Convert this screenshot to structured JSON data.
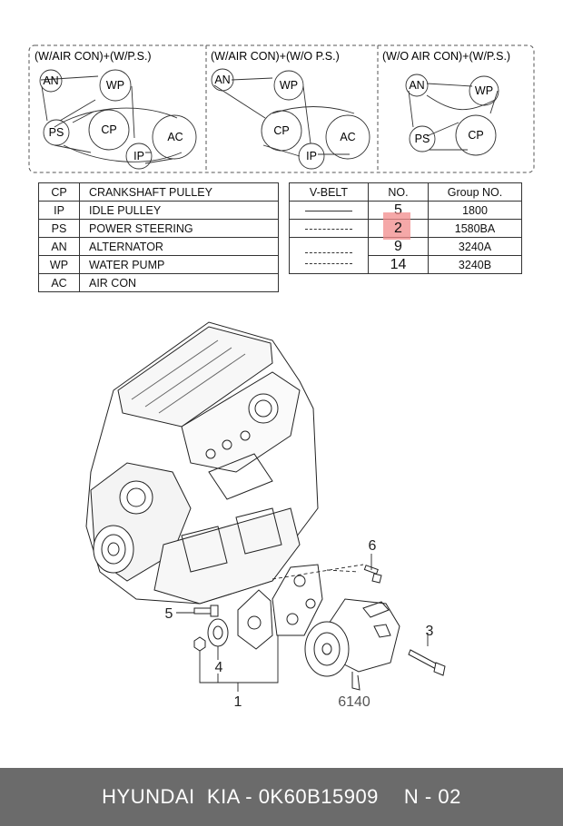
{
  "belt_layouts": [
    {
      "caption": "(W/AIR CON)+(W/P.S.)",
      "pulleys": [
        "AN",
        "WP",
        "PS",
        "CP",
        "AC",
        "IP"
      ]
    },
    {
      "caption": "(W/AIR CON)+(W/O P.S.)",
      "pulleys": [
        "AN",
        "WP",
        "CP",
        "AC",
        "IP"
      ]
    },
    {
      "caption": "(W/O AIR CON)+(W/P.S.)",
      "pulleys": [
        "AN",
        "WP",
        "PS",
        "CP"
      ]
    }
  ],
  "legend": [
    {
      "code": "CP",
      "desc": "CRANKSHAFT PULLEY"
    },
    {
      "code": "IP",
      "desc": "IDLE PULLEY"
    },
    {
      "code": "PS",
      "desc": "POWER STEERING"
    },
    {
      "code": "AN",
      "desc": "ALTERNATOR"
    },
    {
      "code": "WP",
      "desc": "WATER PUMP"
    },
    {
      "code": "AC",
      "desc": "AIR CON"
    }
  ],
  "vbelt_table": {
    "headers": [
      "V-BELT",
      "NO.",
      "Group NO."
    ],
    "rows": [
      {
        "line_style": "solid",
        "no": "5",
        "group": "1800"
      },
      {
        "line_style": "dashed",
        "no": "2",
        "group": "1580BA",
        "highlight": true
      },
      {
        "line_style": "dash-double",
        "no": "9",
        "group": "3240A"
      },
      {
        "line_style": "dash-double",
        "no": "14",
        "group": "3240B"
      }
    ],
    "highlight_color": "#f28b8b"
  },
  "callouts": [
    "6",
    "5",
    "3",
    "4",
    "1",
    "6140"
  ],
  "footer": {
    "brand": "HYUNDAI  KIA - 0K60B15909",
    "page": "N - 02"
  }
}
